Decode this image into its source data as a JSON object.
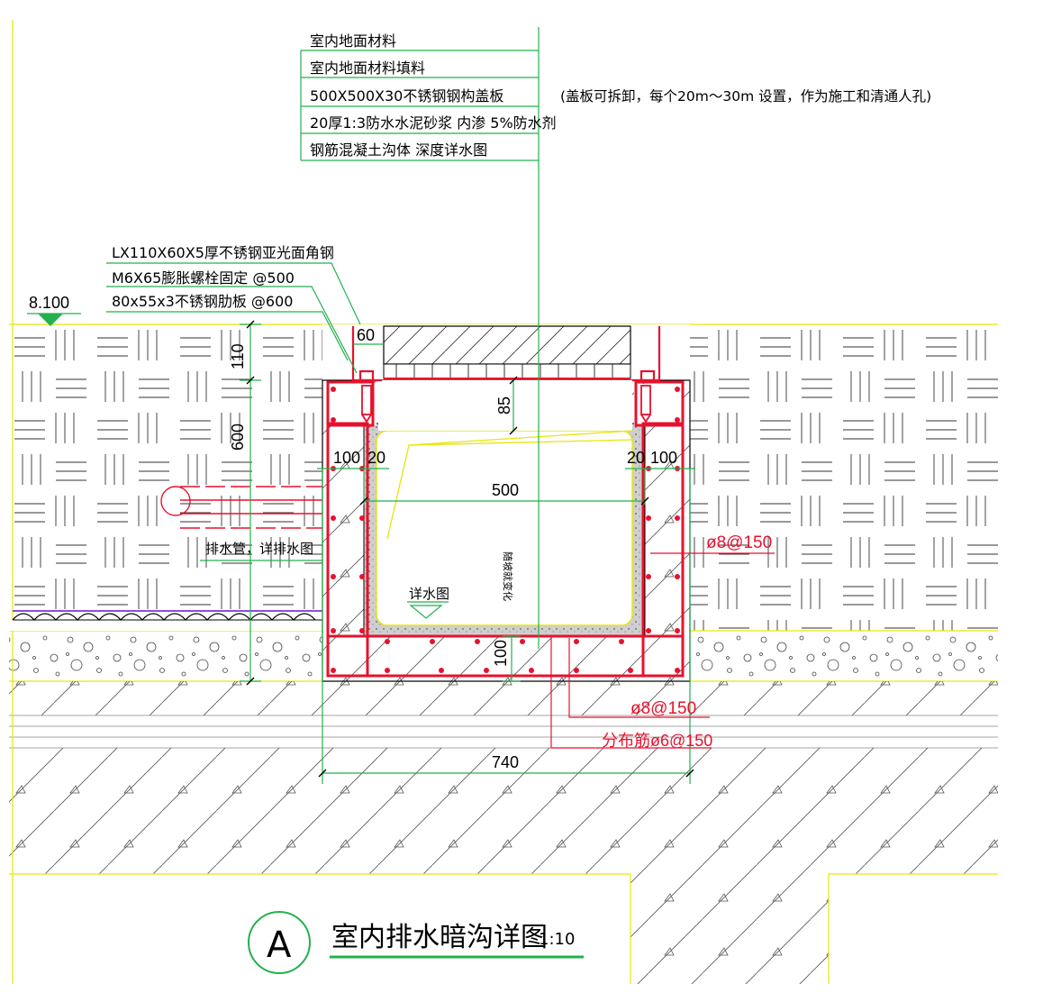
{
  "layer_notes": [
    "室内地面材料",
    "室内地面材料填料",
    "500X500X30不锈钢钢构盖板",
    "20厚1:3防水水泥砂浆 内渗 5%防水剂",
    "钢筋混凝土沟体 深度详水图"
  ],
  "cover_note": "(盖板可拆卸，每个20m～30m 设置，作为施工和清通人孔)",
  "angle_notes": [
    "LX110X60X5厚不锈钢亚光面角钢",
    "M6X65膨胀螺栓固定 @500",
    "80x55x3不锈钢肋板 @600"
  ],
  "elevation": "8.100",
  "dims": {
    "d60": "60",
    "d110": "110",
    "d600": "600",
    "d85": "85",
    "d100_left": "100",
    "d20_left": "20",
    "d20_right": "20",
    "d100_right": "100",
    "d500": "500",
    "d100_bottom": "100",
    "d740": "740"
  },
  "drain_pipe_label": "排水管，详排水图",
  "water_label": "详水图",
  "slope_label": "随坡就变化",
  "rebar": {
    "side": "ø8@150",
    "bottom": "ø8@150",
    "distribution": "分布筋ø6@150"
  },
  "title": {
    "symbol": "A",
    "text": "室内排水暗沟详图",
    "scale": "1:10"
  },
  "colors": {
    "leader": "#22b14c",
    "rebar": "#e8112d",
    "layer": "#e6e60a",
    "text": "#000000"
  }
}
